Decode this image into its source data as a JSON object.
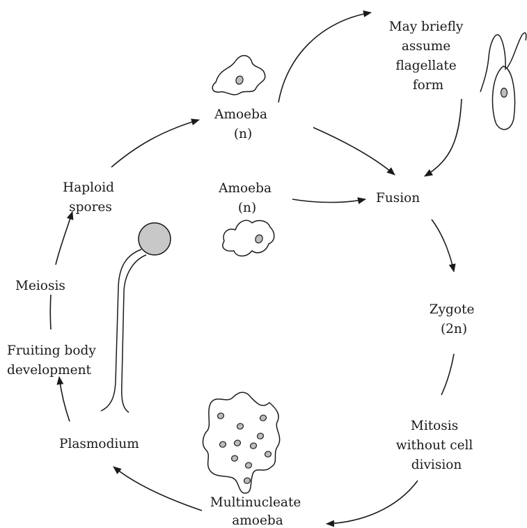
{
  "labels": {
    "amoeba_top": [
      "Amoeba",
      "(n)"
    ],
    "flagellate": [
      "May briefly",
      "assume",
      "flagellate",
      "form"
    ],
    "amoeba_mid": [
      "Amoeba",
      "(n)"
    ],
    "fusion": "Fusion",
    "haploid_spores": [
      "Haploid",
      "spores"
    ],
    "meiosis": "Meiosis",
    "zygote": [
      "Zygote",
      "(2n)"
    ],
    "fruiting_body": [
      "Fruiting body",
      "development"
    ],
    "mitosis": [
      "Mitosis",
      "without cell",
      "division"
    ],
    "plasmodium": "Plasmodium",
    "multinucleate": [
      "Multinucleate",
      "amoeba"
    ]
  },
  "colors": {
    "ink": "#1a1a1a",
    "nucleus_fill": "#bdbdbd",
    "sporangium_fill": "#c8c8c8"
  }
}
